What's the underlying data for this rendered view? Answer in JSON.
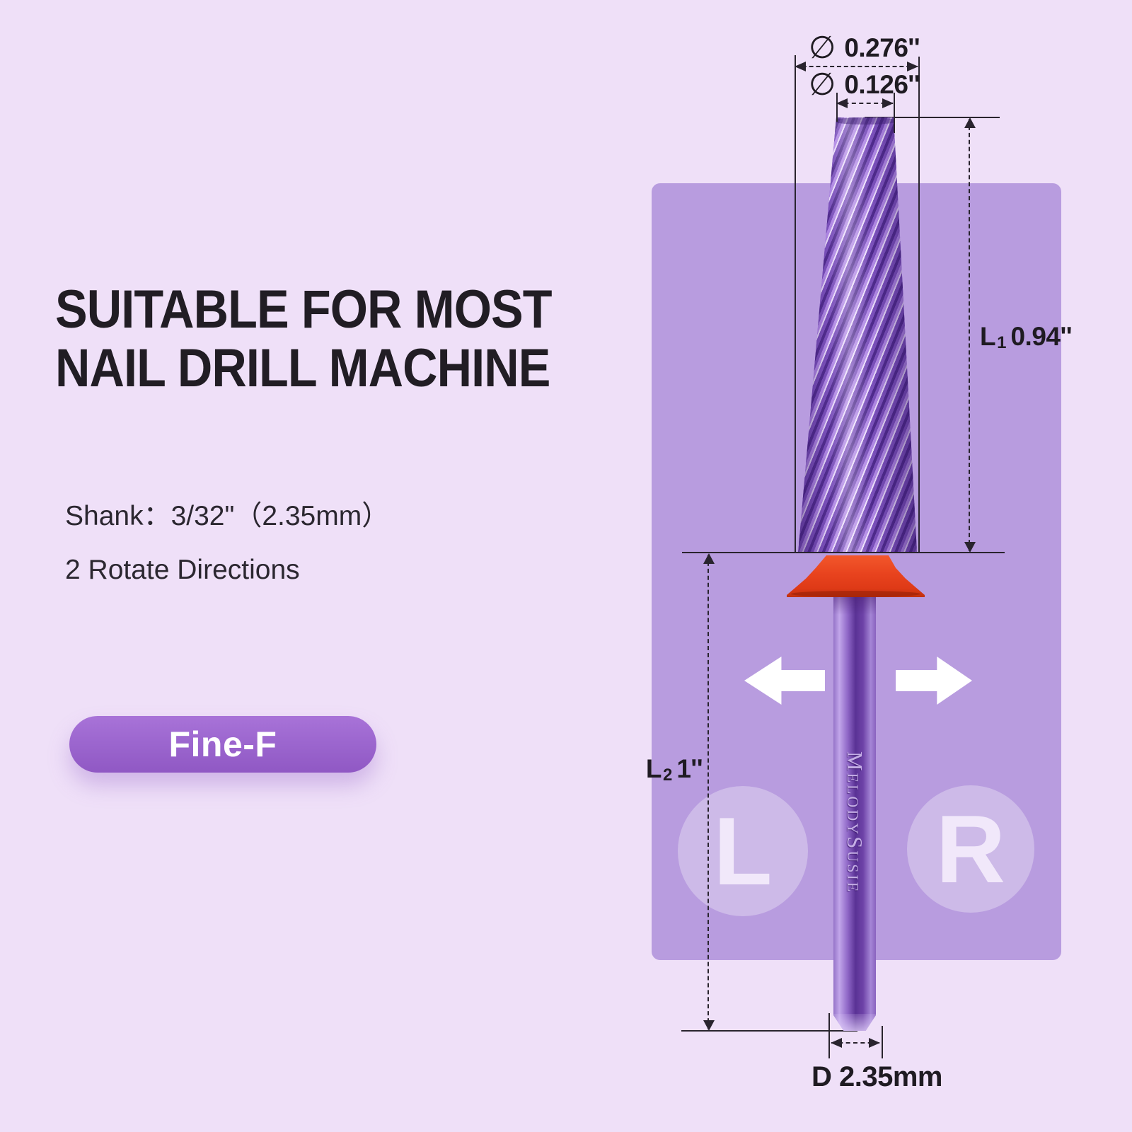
{
  "title": {
    "line1": "SUITABLE FOR MOST",
    "line2": "NAIL DRILL MACHINE"
  },
  "specs": {
    "shank": "Shank：3/32\"（2.35mm）",
    "rotate": "2 Rotate Directions"
  },
  "grit_badge": "Fine-F",
  "brand": "MelodySusie",
  "dimensions": {
    "diameter_symbol": "∅",
    "outer_diameter": "0.276''",
    "inner_diameter": "0.126''",
    "l1": {
      "label": "L",
      "sub": "1",
      "value": "0.94''"
    },
    "l2": {
      "label": "L",
      "sub": "2",
      "value": "1''"
    },
    "shank_diameter": "D 2.35mm"
  },
  "direction_indicator": {
    "left_letter": "L",
    "right_letter": "R"
  },
  "colors": {
    "background": "#efe0f8",
    "panel": "#b89cdf",
    "badge_purple": "#9a64cd",
    "collar_orange": "#e8431e",
    "bit_purple": "#7a50ba",
    "text_dark": "#211d24",
    "annotation": "#29242e",
    "arrow_white": "#ffffff"
  }
}
